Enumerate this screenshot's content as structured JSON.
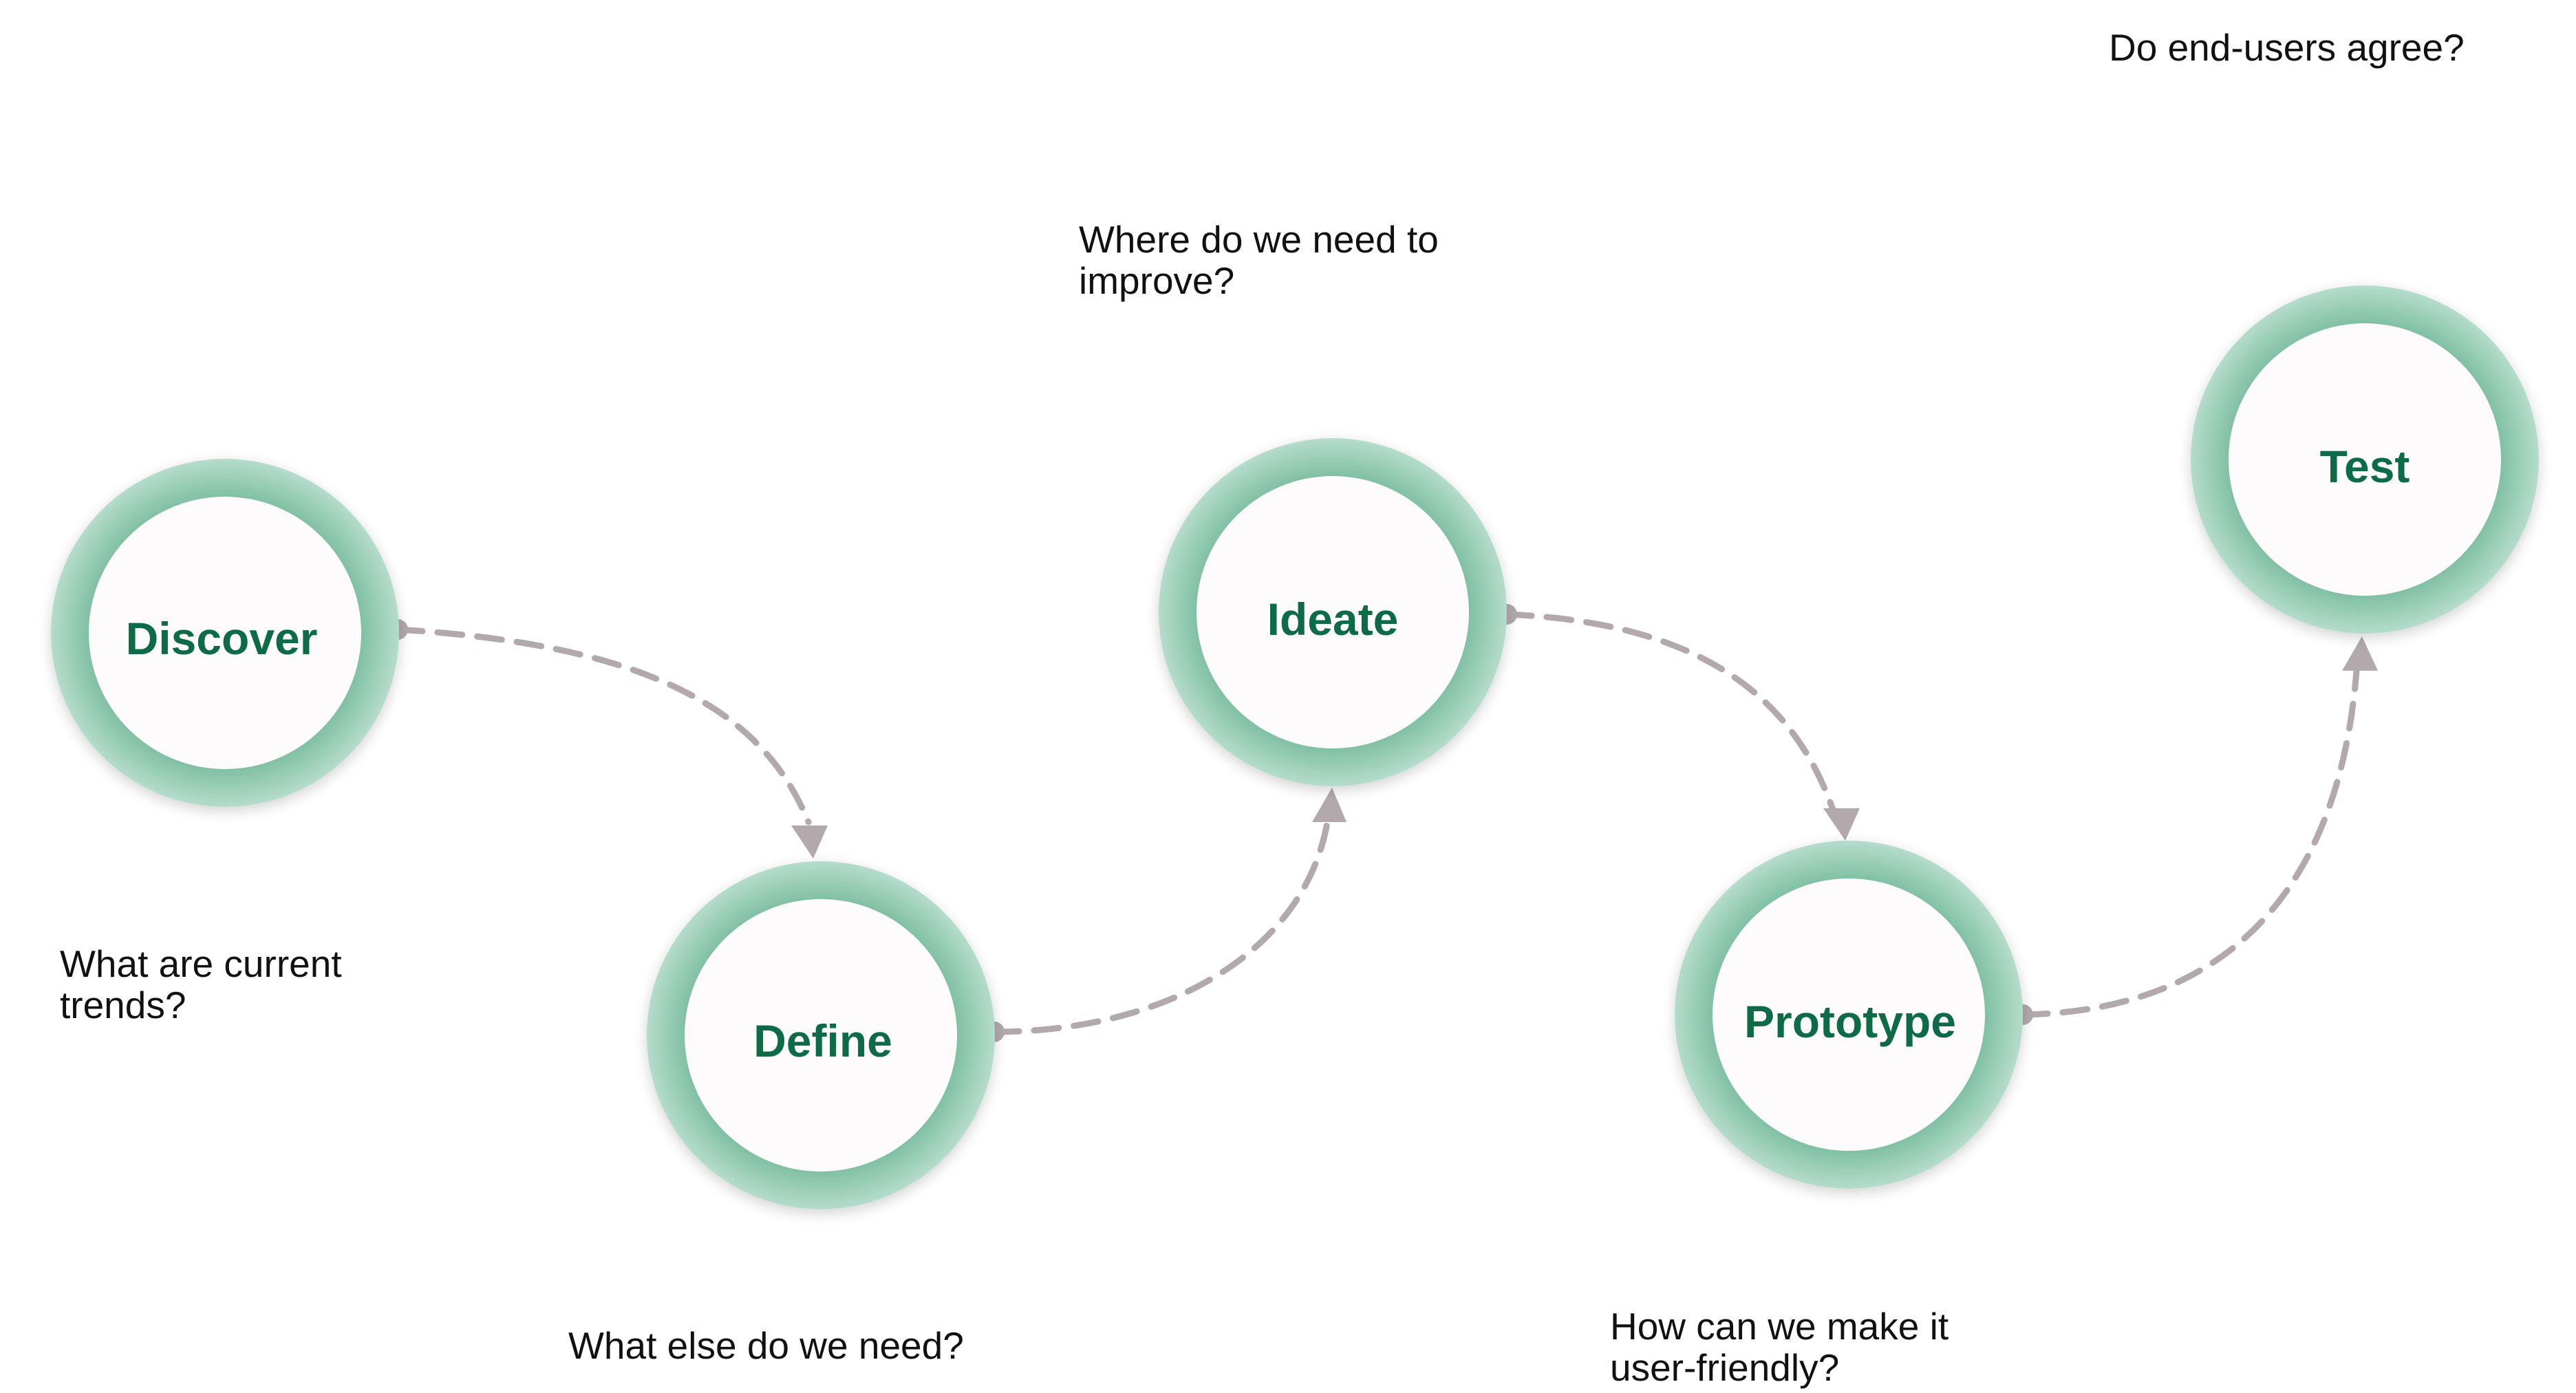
{
  "colors": {
    "ring_light": "#b5dccb",
    "ring_dark": "#79bc9e",
    "label": "#0e6b48",
    "connector": "#b3a9ac"
  },
  "nodes": [
    {
      "id": "discover",
      "label": "Discover"
    },
    {
      "id": "define",
      "label": "Define"
    },
    {
      "id": "ideate",
      "label": "Ideate"
    },
    {
      "id": "prototype",
      "label": "Prototype"
    },
    {
      "id": "test",
      "label": "Test"
    }
  ],
  "questions": {
    "discover": [
      "What are current",
      "trends?"
    ],
    "define": [
      "What else do we need?"
    ],
    "ideate": [
      "Where do we need to",
      "improve?"
    ],
    "prototype": [
      "How can we make it",
      "user-friendly?"
    ],
    "test": [
      "Do end-users agree?"
    ]
  },
  "edges": [
    {
      "from": "discover",
      "to": "define"
    },
    {
      "from": "define",
      "to": "ideate"
    },
    {
      "from": "ideate",
      "to": "prototype"
    },
    {
      "from": "prototype",
      "to": "test"
    }
  ]
}
